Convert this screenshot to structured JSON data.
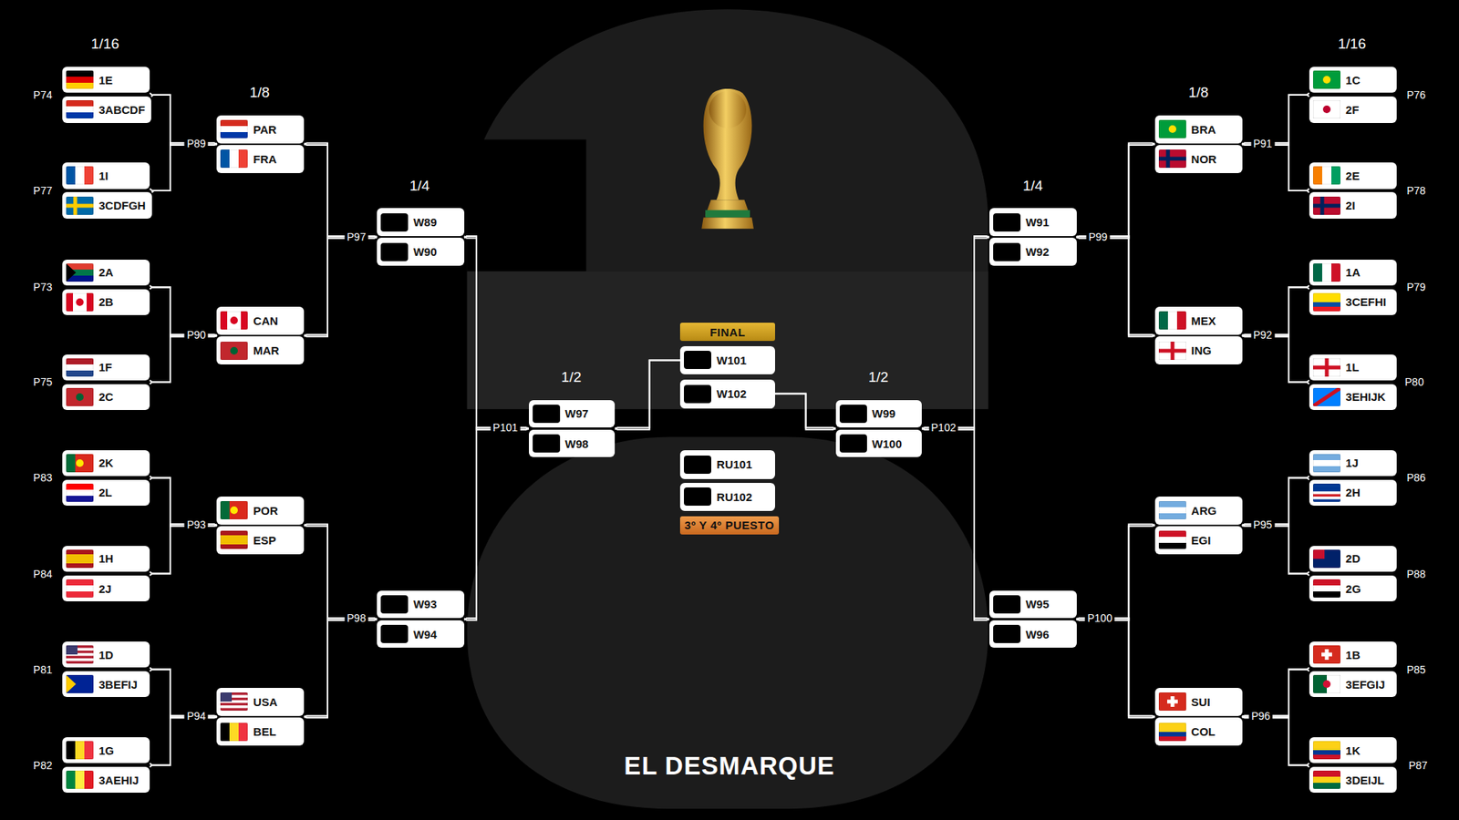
{
  "diagram": {
    "nodes": [
      {
        "text": [
          "1E"
        ]
      },
      {
        "text": [
          "3ABCDF"
        ]
      },
      {
        "text": [
          "1I"
        ]
      },
      {
        "text": [
          "3CDFGH"
        ]
      },
      {
        "text": [
          "2A"
        ]
      },
      {
        "text": [
          "2B"
        ]
      },
      {
        "text": [
          "1F"
        ]
      },
      {
        "text": [
          "2C"
        ]
      },
      {
        "text": [
          "2K"
        ]
      },
      {
        "text": [
          "2L"
        ]
      },
      {
        "text": [
          "1H"
        ]
      },
      {
        "text": [
          "2J"
        ]
      },
      {
        "text": [
          "1D"
        ]
      },
      {
        "text": [
          "3BEFIJ"
        ]
      },
      {
        "text": [
          "1G"
        ]
      },
      {
        "text": [
          "3AEHIJ"
        ]
      },
      {
        "text": [
          "PAR"
        ]
      },
      {
        "text": [
          "FRA"
        ]
      },
      {
        "text": [
          "CAN"
        ]
      },
      {
        "text": [
          "MAR"
        ]
      },
      {
        "text": [
          "POR"
        ]
      },
      {
        "text": [
          "ESP"
        ]
      },
      {
        "text": [
          "USA"
        ]
      },
      {
        "text": [
          "BEL"
        ]
      },
      {
        "text": [
          "W89"
        ]
      },
      {
        "text": [
          "W90"
        ]
      },
      {
        "text": [
          "W93"
        ]
      },
      {
        "text": [
          "W94"
        ]
      },
      {
        "text": [
          "W97"
        ]
      },
      {
        "text": [
          "W98"
        ]
      },
      {
        "text": [
          "FINAL"
        ]
      },
      {
        "text": [
          "W101"
        ]
      },
      {
        "text": [
          "W102"
        ]
      },
      {
        "text": [
          "RU101"
        ]
      },
      {
        "text": [
          "RU102"
        ]
      },
      {
        "text": [
          "3º Y 4º PUESTO"
        ]
      },
      {
        "text": [
          "W99"
        ]
      },
      {
        "text": [
          "W100"
        ]
      },
      {
        "text": [
          "W91"
        ]
      },
      {
        "text": [
          "W92"
        ]
      },
      {
        "text": [
          "W95"
        ]
      },
      {
        "text": [
          "W96"
        ]
      },
      {
        "text": [
          "BRA"
        ]
      },
      {
        "text": [
          "NOR"
        ]
      },
      {
        "text": [
          "MEX"
        ]
      },
      {
        "text": [
          "ING"
        ]
      },
      {
        "text": [
          "ARG"
        ]
      },
      {
        "text": [
          "EGI"
        ]
      },
      {
        "text": [
          "SUI"
        ]
      },
      {
        "text": [
          "COL"
        ]
      },
      {
        "text": [
          "1C"
        ]
      },
      {
        "text": [
          "2F"
        ]
      },
      {
        "text": [
          "2E"
        ]
      },
      {
        "text": [
          "2I"
        ]
      },
      {
        "text": [
          "1A"
        ]
      },
      {
        "text": [
          "3CEFHI"
        ]
      },
      {
        "text": [
          "1L"
        ]
      },
      {
        "text": [
          "3EHIJK"
        ]
      },
      {
        "text": [
          "1J"
        ]
      },
      {
        "text": [
          "2H"
        ]
      },
      {
        "text": [
          "2D"
        ]
      },
      {
        "text": [
          "2G"
        ]
      },
      {
        "text": [
          "1B"
        ]
      },
      {
        "text": [
          "3EFGIJ"
        ]
      },
      {
        "text": [
          "1K"
        ]
      },
      {
        "text": [
          "3DEIJL"
        ]
      }
    ],
    "edges": [
      {
        "from": 0,
        "to": 16,
        "arrow": "none"
      },
      {
        "from": 1,
        "to": 16,
        "arrow": "none"
      },
      {
        "from": 2,
        "to": 17,
        "arrow": "none"
      },
      {
        "from": 3,
        "to": 17,
        "arrow": "none"
      },
      {
        "from": 4,
        "to": 18,
        "arrow": "none"
      },
      {
        "from": 5,
        "to": 18,
        "arrow": "none"
      },
      {
        "from": 6,
        "to": 19,
        "arrow": "none"
      },
      {
        "from": 7,
        "to": 19,
        "arrow": "none"
      },
      {
        "from": 8,
        "to": 20,
        "arrow": "none"
      },
      {
        "from": 9,
        "to": 20,
        "arrow": "none"
      },
      {
        "from": 10,
        "to": 21,
        "arrow": "none"
      },
      {
        "from": 11,
        "to": 21,
        "arrow": "none"
      },
      {
        "from": 12,
        "to": 22,
        "arrow": "none"
      },
      {
        "from": 13,
        "to": 22,
        "arrow": "none"
      },
      {
        "from": 14,
        "to": 23,
        "arrow": "none"
      },
      {
        "from": 15,
        "to": 23,
        "arrow": "none"
      },
      {
        "from": 16,
        "to": 24,
        "arrow": "none"
      },
      {
        "from": 17,
        "to": 24,
        "arrow": "none"
      },
      {
        "from": 18,
        "to": 25,
        "arrow": "none"
      },
      {
        "from": 19,
        "to": 25,
        "arrow": "none"
      },
      {
        "from": 20,
        "to": 26,
        "arrow": "none"
      },
      {
        "from": 21,
        "to": 26,
        "arrow": "none"
      },
      {
        "from": 22,
        "to": 27,
        "arrow": "none"
      },
      {
        "from": 23,
        "to": 27,
        "arrow": "none"
      },
      {
        "from": 24,
        "to": 28,
        "arrow": "none"
      },
      {
        "from": 25,
        "to": 28,
        "arrow": "none"
      },
      {
        "from": 26,
        "to": 29,
        "arrow": "none"
      },
      {
        "from": 27,
        "to": 29,
        "arrow": "none"
      },
      {
        "from": 28,
        "to": 31,
        "arrow": "none"
      },
      {
        "from": 29,
        "to": 31,
        "arrow": "none"
      },
      {
        "from": 36,
        "to": 32,
        "arrow": "none"
      },
      {
        "from": 37,
        "to": 32,
        "arrow": "none"
      },
      {
        "from": 38,
        "to": 36,
        "arrow": "none"
      },
      {
        "from": 39,
        "to": 36,
        "arrow": "none"
      },
      {
        "from": 40,
        "to": 37,
        "arrow": "none"
      },
      {
        "from": 41,
        "to": 37,
        "arrow": "none"
      },
      {
        "from": 42,
        "to": 38,
        "arrow": "none"
      },
      {
        "from": 43,
        "to": 38,
        "arrow": "none"
      },
      {
        "from": 44,
        "to": 39,
        "arrow": "none"
      },
      {
        "from": 45,
        "to": 39,
        "arrow": "none"
      },
      {
        "from": 46,
        "to": 40,
        "arrow": "none"
      },
      {
        "from": 47,
        "to": 40,
        "arrow": "none"
      },
      {
        "from": 48,
        "to": 41,
        "arrow": "none"
      },
      {
        "from": 49,
        "to": 41,
        "arrow": "none"
      },
      {
        "from": 50,
        "to": 42,
        "arrow": "none"
      },
      {
        "from": 51,
        "to": 42,
        "arrow": "none"
      },
      {
        "from": 52,
        "to": 43,
        "arrow": "none"
      },
      {
        "from": 53,
        "to": 43,
        "arrow": "none"
      },
      {
        "from": 54,
        "to": 44,
        "arrow": "none"
      },
      {
        "from": 55,
        "to": 44,
        "arrow": "none"
      },
      {
        "from": 56,
        "to": 45,
        "arrow": "none"
      },
      {
        "from": 57,
        "to": 45,
        "arrow": "none"
      },
      {
        "from": 58,
        "to": 46,
        "arrow": "none"
      },
      {
        "from": 59,
        "to": 46,
        "arrow": "none"
      },
      {
        "from": 60,
        "to": 47,
        "arrow": "none"
      },
      {
        "from": 61,
        "to": 47,
        "arrow": "none"
      },
      {
        "from": 62,
        "to": 48,
        "arrow": "none"
      },
      {
        "from": 63,
        "to": 48,
        "arrow": "none"
      },
      {
        "from": 64,
        "to": 49,
        "arrow": "none"
      },
      {
        "from": 65,
        "to": 49,
        "arrow": "none"
      }
    ],
    "labels": [
      "1/16",
      "1/8",
      "1/4",
      "1/2",
      "1/2",
      "1/4",
      "1/8",
      "1/16",
      "P74",
      "P77",
      "P73",
      "P75",
      "P83",
      "P84",
      "P81",
      "P82",
      "P89",
      "P90",
      "P93",
      "P94",
      "P97",
      "P98",
      "P101",
      "P76",
      "P78",
      "P79",
      "P80",
      "P86",
      "P88",
      "P85",
      "P87",
      "P91",
      "P92",
      "P95",
      "P96",
      "P99",
      "P100",
      "P102",
      "EL DESMARQUE"
    ]
  }
}
